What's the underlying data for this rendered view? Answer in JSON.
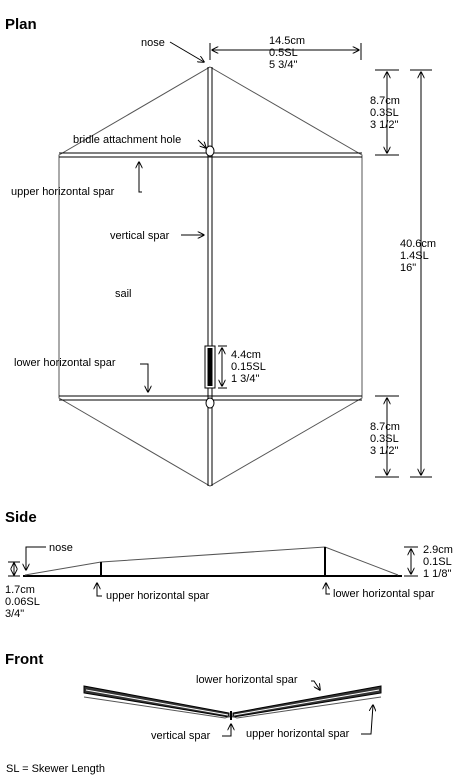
{
  "plan": {
    "heading": "Plan",
    "nose": "nose",
    "width_dim": [
      "14.5cm",
      "0.5SL",
      "5 3/4\""
    ],
    "top_dim": [
      "8.7cm",
      "0.3SL",
      "3 1/2\""
    ],
    "bridle_hole": "bridle attachment hole",
    "upper_spar": "upper horizontal spar",
    "vertical_spar": "vertical spar",
    "total_dim": [
      "40.6cm",
      "1.4SL",
      "16\""
    ],
    "sail": "sail",
    "lower_spar": "lower horizontal spar",
    "splint_dim": [
      "4.4cm",
      "0.15SL",
      "1 3/4\""
    ],
    "bottom_dim": [
      "8.7cm",
      "0.3SL",
      "3 1/2\""
    ]
  },
  "side": {
    "heading": "Side",
    "nose": "nose",
    "nose_dim": [
      "1.7cm",
      "0.06SL",
      "3/4\""
    ],
    "upper_spar": "upper horizontal spar",
    "lower_spar": "lower horizontal spar",
    "tail_dim": [
      "2.9cm",
      "0.1SL",
      "1 1/8\""
    ]
  },
  "front": {
    "heading": "Front",
    "lower_spar": "lower horizontal spar",
    "vertical_spar": "vertical spar",
    "upper_spar": "upper horizontal spar"
  },
  "footnote": "SL = Skewer Length"
}
